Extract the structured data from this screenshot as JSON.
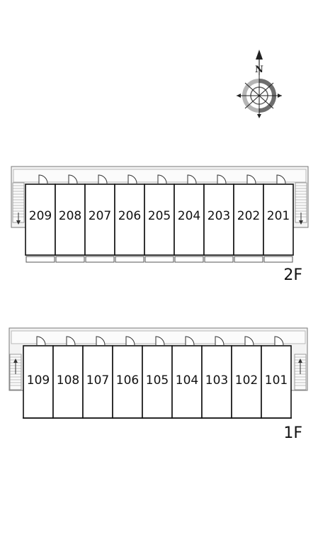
{
  "compass": {
    "north_label": "N"
  },
  "floors": [
    {
      "label": "2F",
      "units": [
        "209",
        "208",
        "207",
        "206",
        "205",
        "204",
        "203",
        "202",
        "201"
      ]
    },
    {
      "label": "1F",
      "units": [
        "109",
        "108",
        "107",
        "106",
        "105",
        "104",
        "103",
        "102",
        "101"
      ]
    }
  ]
}
